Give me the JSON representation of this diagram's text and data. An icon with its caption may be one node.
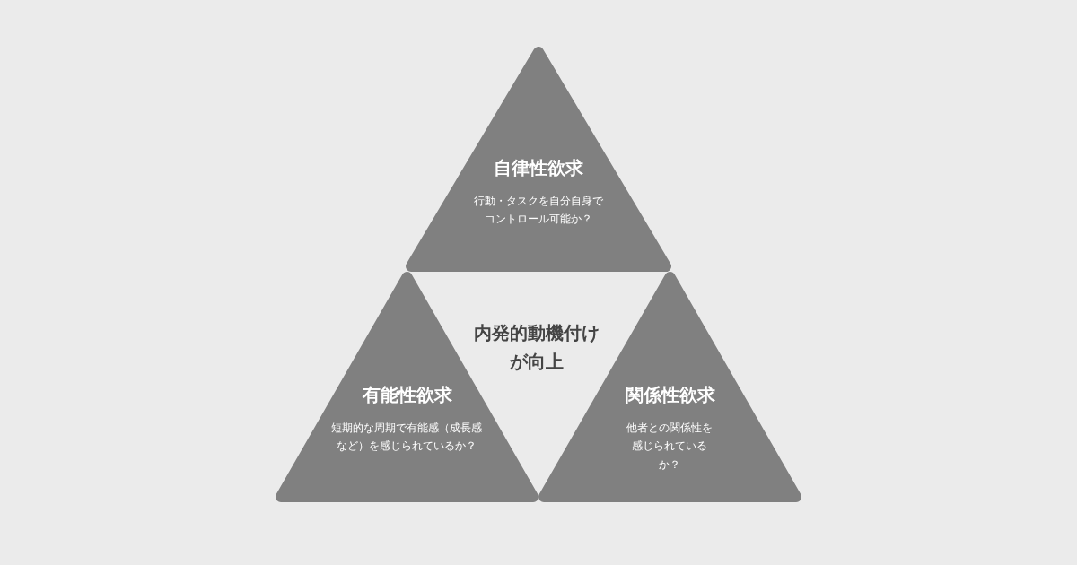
{
  "diagram": {
    "nodes": [
      {
        "text": [
          "自律性欲求",
          "行動・タスクを自分自身でコントロール可能か？"
        ]
      },
      {
        "text": [
          "内発的動機付けが向上"
        ]
      },
      {
        "text": [
          "有能性欲求",
          "短期的な周期で有能感（成長感など）を感じられているか？"
        ]
      },
      {
        "text": [
          "関係性欲求",
          "他者との関係性を感じられているか？"
        ]
      }
    ]
  }
}
